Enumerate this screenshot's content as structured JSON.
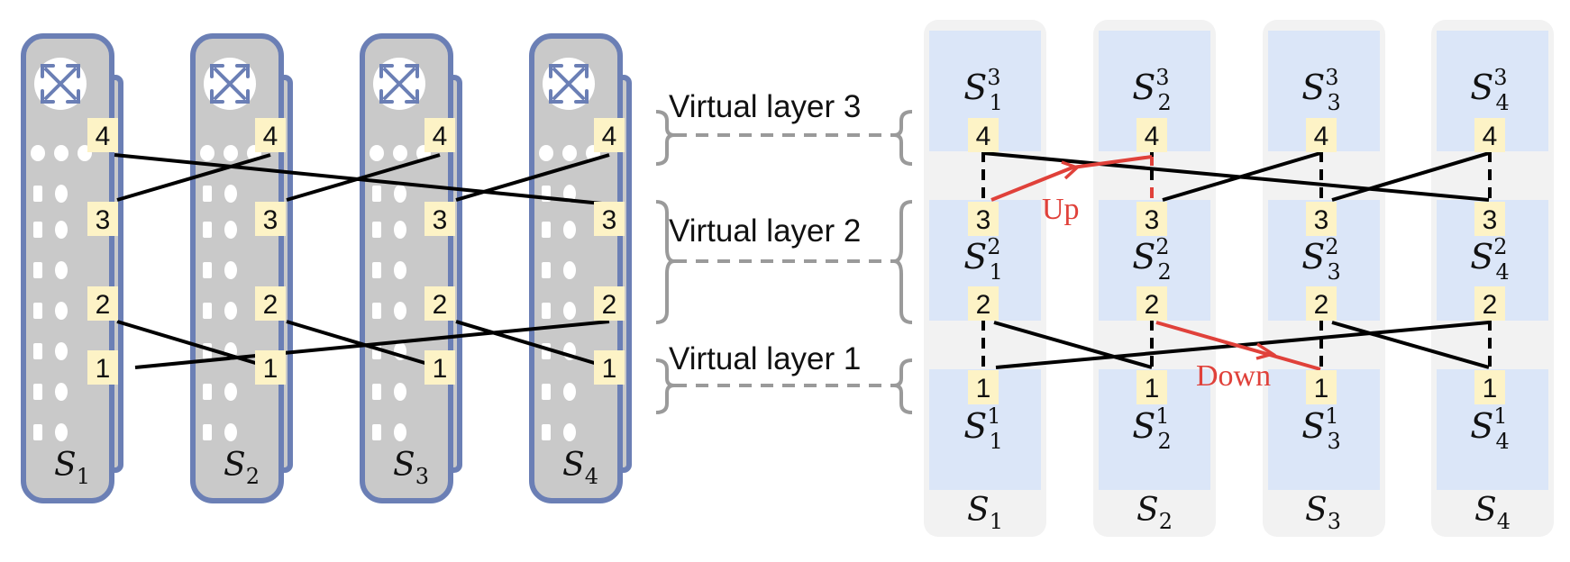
{
  "colors": {
    "switch_fill": "#c9c9c9",
    "switch_border": "#6b7fb5",
    "port_fill": "#fdf3c6",
    "layer_fill": "#dbe6f8",
    "column_bg": "#f2f2f2",
    "link": "#000000",
    "dashed": "#9a9a9a",
    "highlight": "#e0413a"
  },
  "icons": {
    "switch": "crossed-arrows-router-icon"
  },
  "port_numbers": [
    "1",
    "2",
    "3",
    "4"
  ],
  "switches": [
    {
      "base": "S",
      "sub": "1"
    },
    {
      "base": "S",
      "sub": "2"
    },
    {
      "base": "S",
      "sub": "3"
    },
    {
      "base": "S",
      "sub": "4"
    }
  ],
  "layer_labels": [
    "Virtual layer 3",
    "Virtual layer 2",
    "Virtual layer 1"
  ],
  "virtual_switches": {
    "layer3": [
      {
        "base": "S",
        "sub": "1",
        "sup": "3"
      },
      {
        "base": "S",
        "sub": "2",
        "sup": "3"
      },
      {
        "base": "S",
        "sub": "3",
        "sup": "3"
      },
      {
        "base": "S",
        "sub": "4",
        "sup": "3"
      }
    ],
    "layer2": [
      {
        "base": "S",
        "sub": "1",
        "sup": "2"
      },
      {
        "base": "S",
        "sub": "2",
        "sup": "2"
      },
      {
        "base": "S",
        "sub": "3",
        "sup": "2"
      },
      {
        "base": "S",
        "sub": "4",
        "sup": "2"
      }
    ],
    "layer1": [
      {
        "base": "S",
        "sub": "1",
        "sup": "1"
      },
      {
        "base": "S",
        "sub": "2",
        "sup": "1"
      },
      {
        "base": "S",
        "sub": "3",
        "sup": "1"
      },
      {
        "base": "S",
        "sub": "4",
        "sup": "1"
      }
    ]
  },
  "annotations": {
    "up": "Up",
    "down": "Down"
  }
}
